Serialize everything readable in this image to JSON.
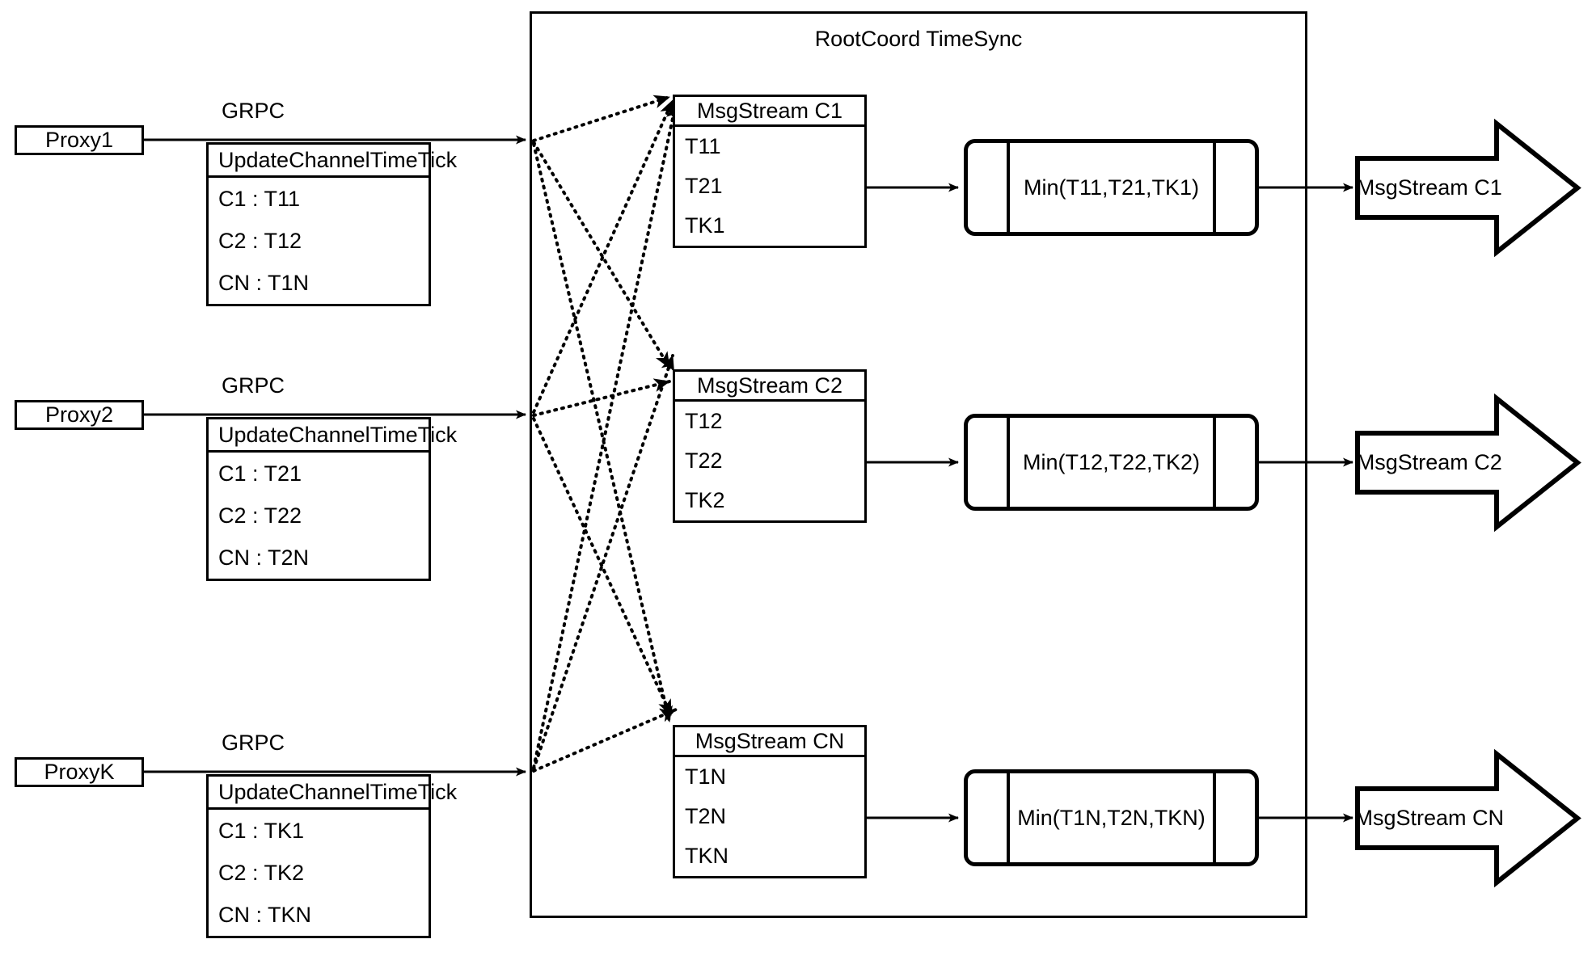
{
  "diagram": {
    "title": "RootCoord TimeSync",
    "container_label": "RootCoord TimeSync"
  },
  "proxies": [
    {
      "name": "Proxy1",
      "link_label": "GRPC",
      "request": {
        "title": "UpdateChannelTimeTick",
        "rows": [
          "C1 :  T11",
          "C2 :  T12",
          "CN : T1N"
        ]
      }
    },
    {
      "name": "Proxy2",
      "link_label": "GRPC",
      "request": {
        "title": "UpdateChannelTimeTick",
        "rows": [
          "C1 :  T21",
          "C2 :  T22",
          "CN : T2N"
        ]
      }
    },
    {
      "name": "ProxyK",
      "link_label": "GRPC",
      "request": {
        "title": "UpdateChannelTimeTick",
        "rows": [
          "C1 :  TK1",
          "C2 :  TK2",
          "CN : TKN"
        ]
      }
    }
  ],
  "channels": [
    {
      "stream": {
        "title": "MsgStream C1",
        "rows": [
          "T11",
          "T21",
          "TK1"
        ]
      },
      "processor": {
        "label": "Min(T11,T21,TK1)"
      },
      "output": {
        "label": "MsgStream C1"
      }
    },
    {
      "stream": {
        "title": "MsgStream C2",
        "rows": [
          "T12",
          "T22",
          "TK2"
        ]
      },
      "processor": {
        "label": "Min(T12,T22,TK2)"
      },
      "output": {
        "label": "MsgStream C2"
      }
    },
    {
      "stream": {
        "title": "MsgStream CN",
        "rows": [
          "T1N",
          "T2N",
          "TKN"
        ]
      },
      "processor": {
        "label": "Min(T1N,T2N,TKN)"
      },
      "output": {
        "label": "MsgStream CN"
      }
    }
  ],
  "colors": {
    "stroke": "#000000",
    "background": "#ffffff"
  }
}
